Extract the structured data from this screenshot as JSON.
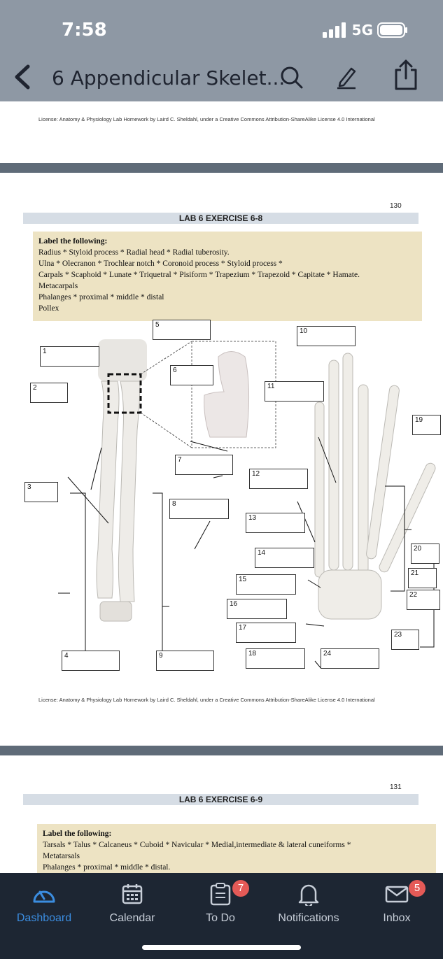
{
  "status_bar": {
    "time": "7:58",
    "network": "5G"
  },
  "header": {
    "title": "6 Appendicular Skelet..."
  },
  "document": {
    "license_1": "License: Anatomy & Physiology Lab Homework by Laird C. Sheldahl, under a Creative Commons Attribution-ShareAlike License 4.0 International",
    "page_130": {
      "page_number": "130",
      "exercise_title": "LAB 6 EXERCISE 6-8",
      "box_heading": "Label the following:",
      "box_lines": [
        "Radius * Styloid process * Radial head * Radial tuberosity.",
        "Ulna * Olecranon * Trochlear notch * Coronoid process * Styloid process *",
        "Carpals * Scaphoid * Lunate * Triquetral * Pisiform * Trapezium * Trapezoid * Capitate * Hamate.",
        "Metacarpals",
        "Phalanges * proximal * middle * distal",
        "Pollex"
      ],
      "labels": [
        "1",
        "2",
        "3",
        "4",
        "5",
        "6",
        "7",
        "8",
        "9",
        "10",
        "11",
        "12",
        "13",
        "14",
        "15",
        "16",
        "17",
        "18",
        "19",
        "20",
        "21",
        "22",
        "23",
        "24"
      ],
      "license": "License: Anatomy & Physiology Lab Homework by Laird C. Sheldahl, under a Creative Commons Attribution-ShareAlike License 4.0 International"
    },
    "page_131": {
      "page_number": "131",
      "exercise_title": "LAB 6 EXERCISE 6-9",
      "box_heading": "Label the following:",
      "box_lines": [
        "Tarsals * Talus * Calcaneus * Cuboid * Navicular * Medial,intermediate & lateral cuneiforms *",
        "Metatarsals",
        "Phalanges * proximal * middle * distal."
      ]
    }
  },
  "tab_bar": {
    "tabs": [
      {
        "label": "Dashboard",
        "icon": "dashboard-icon",
        "active": true
      },
      {
        "label": "Calendar",
        "icon": "calendar-icon"
      },
      {
        "label": "To Do",
        "icon": "todo-icon",
        "badge": "7"
      },
      {
        "label": "Notifications",
        "icon": "bell-icon"
      },
      {
        "label": "Inbox",
        "icon": "inbox-icon",
        "badge": "5"
      }
    ]
  },
  "colors": {
    "header_bg": "#8e98a4",
    "nav_bg": "#1d2633",
    "accent": "#3b8de0",
    "badge": "#e45a57",
    "box_bg": "#ede3c3"
  }
}
